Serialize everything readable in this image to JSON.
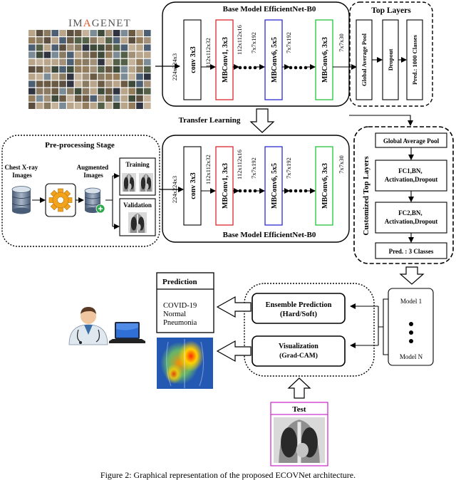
{
  "imagenet": {
    "logo_text": "IMAGENET"
  },
  "base_model_top": {
    "title": "Base Model EfficientNet-B0",
    "input_dim": "224x224x3",
    "blocks": [
      {
        "label": "conv 3x3",
        "color": "#000000"
      },
      {
        "label": "MBConv1, 3x3",
        "color": "#d9262e"
      },
      {
        "label": "MBConv6, 5x5",
        "color": "#2b2bd6"
      },
      {
        "label": "MBConv6, 3x3",
        "color": "#22c53a"
      }
    ],
    "dims": [
      "112x112x32",
      "112x112x16",
      "7x7x192",
      "7x7x192",
      "7x7x30"
    ]
  },
  "top_layers": {
    "title": "Top Layers",
    "items": [
      "Global Average Pool",
      "Dropout",
      "Pred.: 1000 Classes"
    ]
  },
  "transfer_learning": "Transfer Learning",
  "preprocessing": {
    "title": "Pre-processing Stage",
    "source_label": "Chest X-ray\nImages",
    "augmented_label": "Augmented\nImages",
    "training_label": "Training",
    "validation_label": "Validation"
  },
  "base_model_bottom": {
    "title": "Base Model EfficientNet-B0",
    "input_dim": "224x224x3",
    "blocks": [
      {
        "label": "conv 3x3",
        "color": "#000000"
      },
      {
        "label": "MBConv1, 3x3",
        "color": "#d9262e"
      },
      {
        "label": "MBConv6, 5x5",
        "color": "#2b2bd6"
      },
      {
        "label": "MBConv6, 3x3",
        "color": "#22c53a"
      }
    ],
    "dims": [
      "112x112x32",
      "112x112x16",
      "7x7x192",
      "7x7x192",
      "7x7x30"
    ]
  },
  "customized_top_layers": {
    "title": "Customized Top Layers",
    "items": [
      "Global Average Pool",
      "FC1,BN,\nActivation,Dropout",
      "FC2,BN,\nActivation,Dropout",
      "Pred. : 3 Classes"
    ]
  },
  "models": {
    "first": "Model 1",
    "last": "Model N"
  },
  "ensemble": {
    "title": "Ensemble Prediction",
    "subtitle": "(Hard/Soft)"
  },
  "visualization": {
    "title": "Visualization",
    "subtitle": "(Grad-CAM)"
  },
  "prediction": {
    "title": "Prediction",
    "classes": [
      "COVID-19",
      "Normal",
      "Pneumonia"
    ]
  },
  "test": {
    "title": "Test"
  },
  "caption": "Figure 2: Graphical representation of the proposed ECOVNet architecture.",
  "colors": {
    "accent_red": "#d9262e",
    "accent_blue": "#2b2bd6",
    "accent_green": "#22c53a",
    "test_border": "#cc33cc",
    "gear": "#f2a31b"
  },
  "icons": [
    "database-icon",
    "gear-icon",
    "doctor-icon",
    "laptop-icon",
    "xray-image",
    "gradcam-heatmap"
  ]
}
